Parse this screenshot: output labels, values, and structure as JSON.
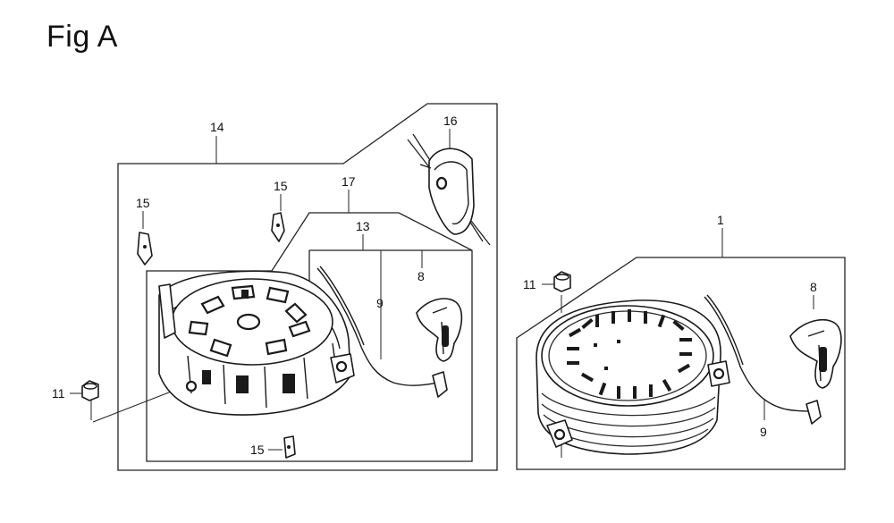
{
  "figure": {
    "title": "Fig A"
  },
  "callouts": {
    "c1": "1",
    "c8a": "8",
    "c8b": "8",
    "c9a": "9",
    "c9b": "9",
    "c11a": "11",
    "c11b": "11",
    "c13": "13",
    "c14": "14",
    "c15a": "15",
    "c15b": "15",
    "c15c": "15",
    "c16": "16",
    "c17": "17"
  }
}
